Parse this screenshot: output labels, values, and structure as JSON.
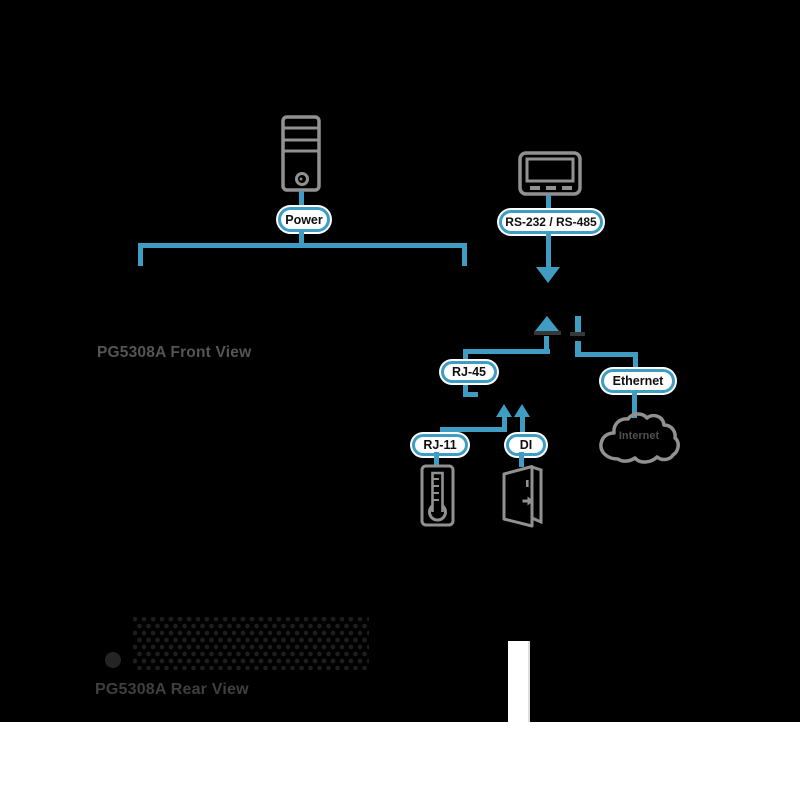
{
  "diagram": {
    "labels": {
      "power": "Power",
      "rs232": "RS-232 / RS-485",
      "rj45": "RJ-45",
      "ethernet": "Ethernet",
      "rj11": "RJ-11",
      "di": "DI",
      "internet": "Internet"
    },
    "captions": {
      "front_view": "PG5308A Front View",
      "rear_view": "PG5308A Rear View"
    },
    "colors": {
      "connector_blue": "#3f9dc4",
      "device_gray": "#919191",
      "caption_gray": "#555555",
      "rear_caption_gray": "#3f3f3f",
      "background": "#000000",
      "panel_dot": "#1e1e1e",
      "white_area": "#ffffff"
    }
  }
}
